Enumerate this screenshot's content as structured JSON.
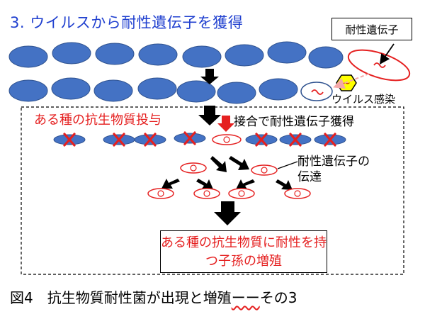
{
  "title": "3. ウイルスから耐性遺伝子を獲得",
  "gene_box_label": "耐性遺伝子",
  "virus_infection_label": "ウイルス感染",
  "virus_symbol": "~",
  "antibiotic_label": "ある種の抗生物質投与",
  "conjugation_label": "接合で耐性遺伝子獲得",
  "transfer_label": "耐性遺伝子の伝達",
  "result_label": "ある種の抗生物質に耐性を持つ子孫の増殖",
  "caption": {
    "main": "図4　抗生物質耐性菌が出現と増殖",
    "dash": "ーー",
    "end": "その3"
  },
  "colors": {
    "bacteria_fill": "#4472c4",
    "bacteria_stroke": "#2f528f",
    "resistant_outline": "#e52020",
    "cross": "#e52020",
    "virus_fill": "#ffff00",
    "title_blue": "#1f3fcf",
    "infection_arrow": "#f4a8a8"
  },
  "icons": [
    "red-x-icon",
    "down-arrow-icon",
    "virus-hexagon-icon",
    "gene-squiggle-icon"
  ]
}
